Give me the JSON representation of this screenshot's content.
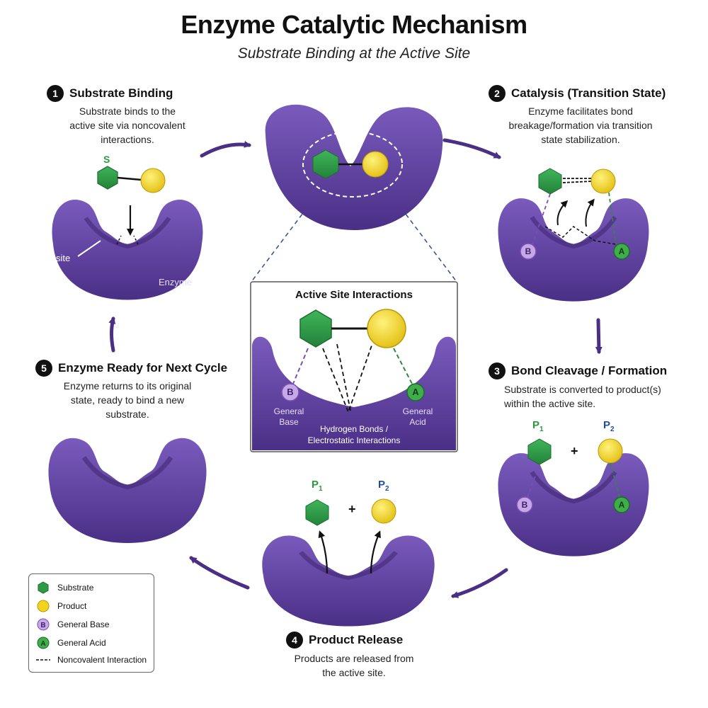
{
  "title": "Enzyme Catalytic Mechanism",
  "subtitle": "Substrate Binding at the Active Site",
  "steps": [
    {
      "num": "1",
      "title": "Substrate Binding",
      "desc": [
        "Substrate binds to the",
        "active site via noncovalent",
        "interactions."
      ]
    },
    {
      "num": "2",
      "title": "Catalysis (Transition State)",
      "desc": [
        "Enzyme facilitates bond",
        "breakage/formation via transition",
        "state stabilization."
      ]
    },
    {
      "num": "3",
      "title": "Bond Cleavage / Formation",
      "desc": [
        "Substrate is converted to product(s)",
        "within the active site."
      ]
    },
    {
      "num": "4",
      "title": "Product Release",
      "desc": [
        "Products are released from",
        "the active site."
      ]
    },
    {
      "num": "5",
      "title": "Enzyme Ready for Next Cycle",
      "desc": [
        "Enzyme returns to its original",
        "state, ready to bind a new",
        "substrate."
      ]
    }
  ],
  "labels": {
    "substrate_s": "S",
    "active_site": "Active site",
    "enzyme": "Enzyme",
    "base_letter": "B",
    "acid_letter": "A",
    "p1": "P",
    "p2": "P",
    "sub1": "1",
    "sub2": "2",
    "plus": "+"
  },
  "inset": {
    "title": "Active Site Interactions",
    "general_base": [
      "General",
      "Base"
    ],
    "general_acid": [
      "General",
      "Acid"
    ],
    "bonds": [
      "Hydrogen Bonds /",
      "Electrostatic Interactions"
    ]
  },
  "legend": [
    {
      "icon": "hexagon",
      "label": "Substrate"
    },
    {
      "icon": "circle",
      "label": "Product"
    },
    {
      "icon": "base",
      "label": "General Base"
    },
    {
      "icon": "acid",
      "label": "General Acid"
    },
    {
      "icon": "dash",
      "label": "Noncovalent Interaction"
    }
  ],
  "colors": {
    "enzyme": "#5b3d9a",
    "enzyme_dark": "#3e2470",
    "substrate": "#2f9a45",
    "product": "#f1d320",
    "general_base": "#c7a8e6",
    "general_acid": "#3fae4a",
    "arrow": "#4a2f84",
    "p1_label": "#2a9a3a",
    "p2_label": "#1f4f9a"
  }
}
